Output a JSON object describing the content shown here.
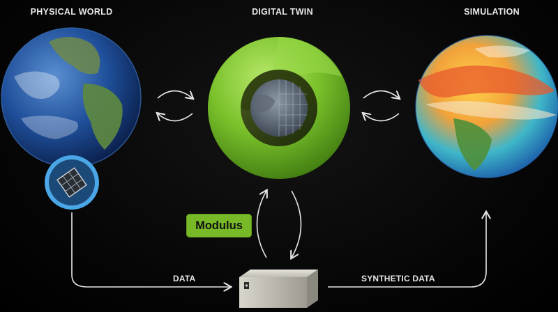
{
  "titles": {
    "physical": "PHYSICAL WORLD",
    "twin": "DIGITAL TWIN",
    "simulation": "SIMULATION"
  },
  "badge": {
    "modulus": "Modulus"
  },
  "flows": {
    "data": "DATA",
    "synthetic": "SYNTHETIC DATA"
  },
  "colors": {
    "accent_green": "#78b928",
    "background": "#000000",
    "arrow": "#e6e6e6"
  },
  "icons": [
    "earth-globe-icon",
    "satellite-icon",
    "digital-twin-ring-icon",
    "simulation-globe-icon",
    "server-box-icon",
    "cycle-arrows-icon"
  ]
}
